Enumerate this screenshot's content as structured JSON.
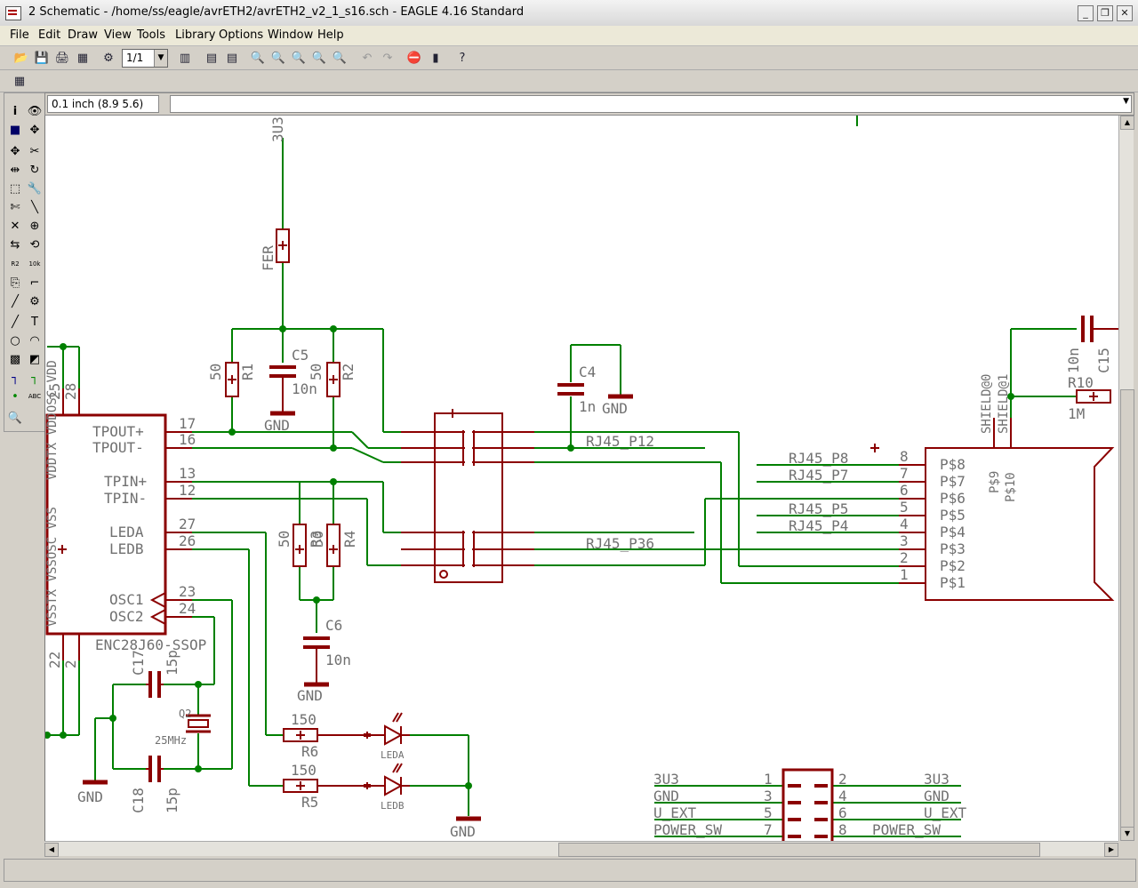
{
  "window": {
    "title": "2 Schematic - /home/ss/eagle/avrETH2/avrETH2_v2_1_s16.sch - EAGLE 4.16 Standard",
    "minimize": "_",
    "maximize": "❐",
    "close": "✕"
  },
  "menu": [
    "File",
    "Edit",
    "Draw",
    "View",
    "Tools",
    "Library",
    "Options",
    "Window",
    "Help"
  ],
  "toolbar": {
    "sheet": "1/1",
    "sheet_arrow": "▼"
  },
  "coordinates": "0.1 inch (8.9 5.6)",
  "cmd_arrow": "▼",
  "left_tools": {
    "info": "i",
    "text": "T",
    "abc": "ABC",
    "r2": "R2",
    "tok": "10k"
  },
  "schematic": {
    "net_3v3": "3U3",
    "fer": "FER",
    "r1": {
      "value": "50",
      "name": "R1"
    },
    "r2": {
      "value": "50",
      "name": "R2"
    },
    "c5": {
      "name": "C5",
      "value": "10n"
    },
    "c4": {
      "name": "C4",
      "value": "1n"
    },
    "gnd": "GND",
    "ic": {
      "name": "ENC28J60-SSOP",
      "pins_left": [
        "TPOUT+",
        "TPOUT-",
        "TPIN+",
        "TPIN-",
        "LEDA",
        "LEDB",
        "OSC1",
        "OSC2"
      ],
      "pin_nums": [
        "17",
        "16",
        "13",
        "12",
        "27",
        "26",
        "23",
        "24"
      ],
      "top_pins": [
        "25",
        "28"
      ],
      "bottom_pins": [
        "22",
        "2"
      ],
      "vert_top": "VDDTX VDDOSC VDD",
      "vert_bot": "VSSTX VSSOSC VSS"
    },
    "rj45_p12": "RJ45_P12",
    "rj45_p36": "RJ45_P36",
    "rj45_left": [
      "RJ45_P8",
      "RJ45_P7",
      "RJ45_P5",
      "RJ45_P4"
    ],
    "r3": {
      "value": "50",
      "name": "R3"
    },
    "r4": {
      "value": "50",
      "name": "R4"
    },
    "c6": {
      "name": "C6",
      "value": "10n"
    },
    "c17": {
      "name": "C17",
      "value": "15p"
    },
    "c18": {
      "name": "C18",
      "value": "15p"
    },
    "q2": {
      "name": "Q2",
      "value": "25MHz"
    },
    "r6": {
      "value": "150",
      "name": "R6"
    },
    "r5": {
      "value": "150",
      "name": "R5"
    },
    "leda": "LEDA",
    "ledb": "LEDB",
    "connector": {
      "pins": [
        "P$8",
        "P$7",
        "P$6",
        "P$5",
        "P$4",
        "P$3",
        "P$2",
        "P$1"
      ],
      "nums": [
        "8",
        "7",
        "6",
        "5",
        "4",
        "3",
        "2",
        "1"
      ],
      "p9": "P$9",
      "p10": "P$10"
    },
    "shield0": "SHIELD@0",
    "shield1": "SHIELD@1",
    "r10": {
      "name": "R10",
      "value": "1M"
    },
    "c15": {
      "name": "C15",
      "value": "10n"
    },
    "header": {
      "left": [
        "3U3",
        "GND",
        "U_EXT",
        "POWER_SW"
      ],
      "right": [
        "3U3",
        "GND",
        "U_EXT",
        "POWER_SW"
      ],
      "left_nums": [
        "1",
        "3",
        "5",
        "7"
      ],
      "right_nums": [
        "2",
        "4",
        "6",
        "8"
      ]
    }
  }
}
